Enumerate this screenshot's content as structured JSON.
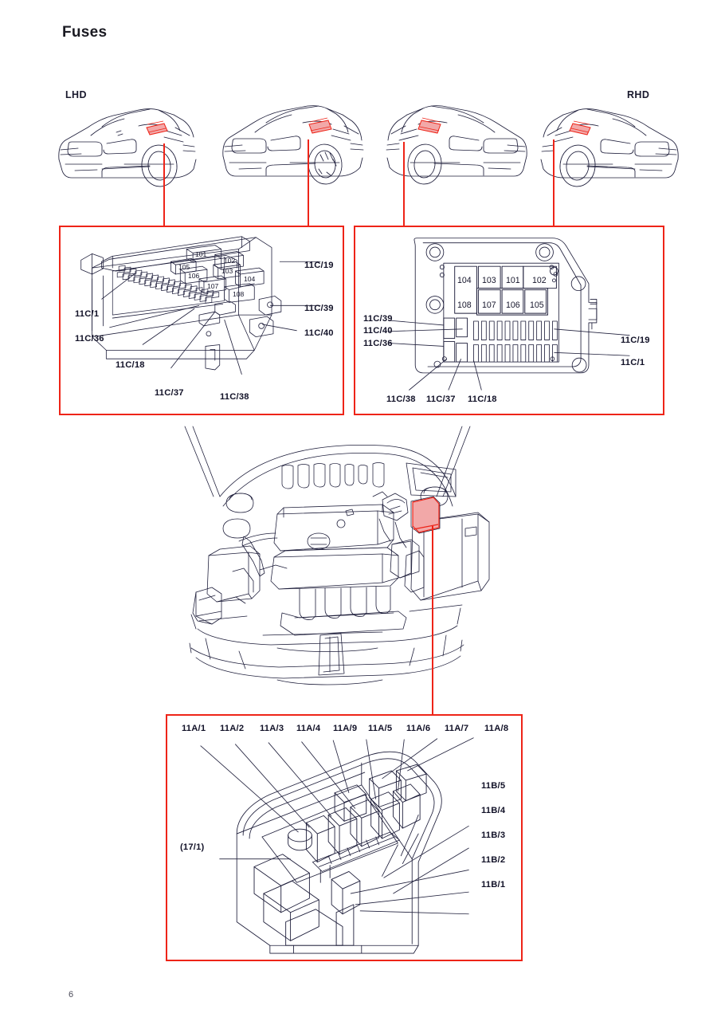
{
  "document": {
    "title": "Fuses",
    "page_number": "6"
  },
  "colors": {
    "highlight_red": "#ee2418",
    "line_ink": "#1d1d3a",
    "text": "#121228",
    "fuse_highlight_fill": "#f2a8a8"
  },
  "vehicle_views": {
    "left_hand_drive_label": "LHD",
    "right_hand_drive_label": "RHD",
    "cars": [
      {
        "name": "car-lhd-1",
        "drive": "LHD",
        "mirrored": false
      },
      {
        "name": "car-lhd-2",
        "drive": "LHD",
        "mirrored": false
      },
      {
        "name": "car-rhd-1",
        "drive": "RHD",
        "mirrored": true
      },
      {
        "name": "car-rhd-2",
        "drive": "RHD",
        "mirrored": true
      }
    ]
  },
  "panel_lhd": {
    "caption": "LHD fuse/relay box, isometric view",
    "relay_numbers": [
      "101",
      "102",
      "105",
      "106",
      "103",
      "104",
      "107",
      "108"
    ],
    "callouts_left": [
      "11C/1",
      "11C/36",
      "11C/18"
    ],
    "callouts_bottom": [
      "11C/37",
      "11C/38"
    ],
    "callouts_right": [
      "11C/19",
      "11C/39",
      "11C/40"
    ]
  },
  "panel_rhd": {
    "caption": "RHD fuse/relay box, plan view",
    "relay_row_top": [
      "104",
      "103",
      "101",
      "102"
    ],
    "relay_row_bottom": [
      "108",
      "107",
      "106",
      "105"
    ],
    "callouts_left": [
      "11C/39",
      "11C/40",
      "11C/36"
    ],
    "callouts_right": [
      "11C/19",
      "11C/1"
    ],
    "callouts_bottom": [
      "11C/38",
      "11C/37",
      "11C/18"
    ]
  },
  "engine_bay": {
    "caption": "Engine compartment, top view with fuse box location highlighted"
  },
  "panel_relay": {
    "caption": "Relay/fuse box detail, isometric view",
    "callouts_top": [
      "11A/1",
      "11A/2",
      "11A/3",
      "11A/4",
      "11A/9",
      "11A/5",
      "11A/6",
      "11A/7",
      "11A/8"
    ],
    "callouts_right": [
      "11B/5",
      "11B/4",
      "11B/3",
      "11B/2",
      "11B/1"
    ],
    "callouts_left": [
      "(17/1)"
    ]
  }
}
